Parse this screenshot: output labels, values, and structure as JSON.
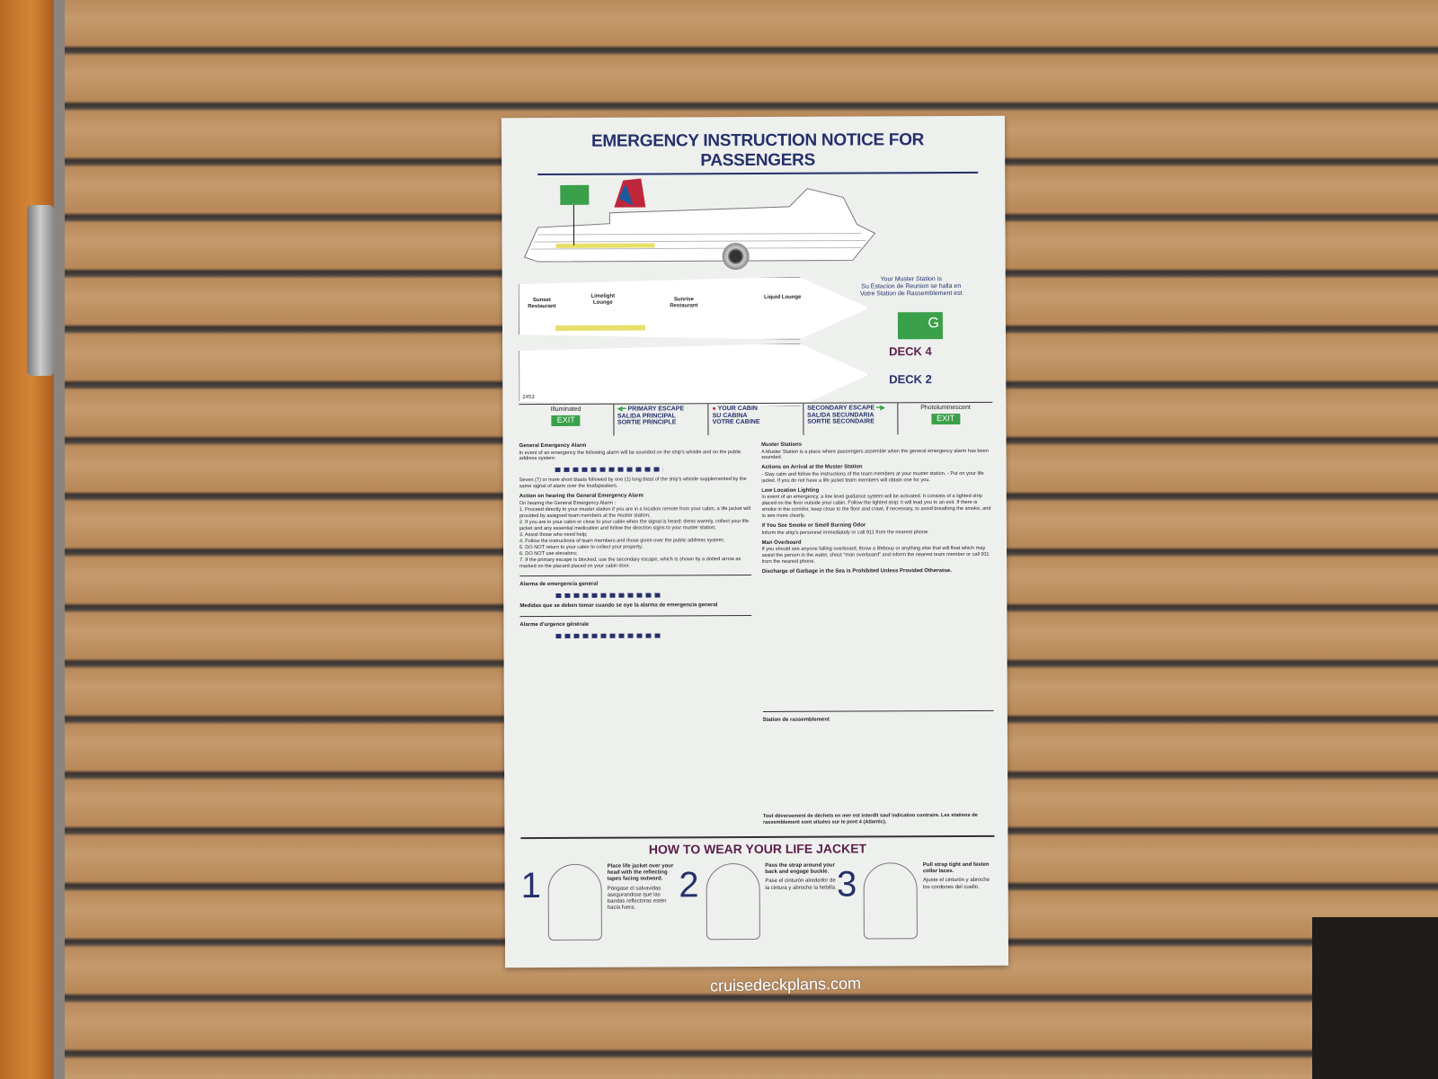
{
  "notice": {
    "title": "EMERGENCY INSTRUCTION NOTICE FOR PASSENGERS",
    "muster_text": [
      "Your Muster Station is",
      "Su Estacion de Reunion se halla en",
      "Votre Station de Rassemblement est"
    ],
    "muster_station": "G",
    "deck_labels": [
      "DECK 4",
      "DECK 2"
    ],
    "cabin_number": "2453",
    "deck4_venues": [
      "Sunset Restaurant",
      "Limelight Lounge",
      "Sunrise Restaurant",
      "Liquid Lounge"
    ],
    "legend": {
      "illuminated": "Illuminated",
      "exit": "EXIT",
      "primary": [
        "PRIMARY ESCAPE",
        "SALIDA PRINCIPAL",
        "SORTIE PRINCIPLE"
      ],
      "cabin": [
        "YOUR CABIN",
        "SU CABINA",
        "VOTRE CABINE"
      ],
      "secondary": [
        "SECONDARY ESCAPE",
        "SALIDA SECUNDARIA",
        "SORTIE SECONDAIRE"
      ],
      "photoluminescent": "Photoluminescent"
    },
    "left": {
      "h1": "General Emergency Alarm",
      "p1": "In event of an emergency the following alarm will be sounded on the ship's whistle and on the public address system:",
      "p2": "Seven (7) or more short blasts followed by one (1) long blast of the ship's whistle supplemented by the same signal of alarm over the loudspeakers.",
      "h2": "Action on hearing the General Emergency Alarm",
      "p3": "On hearing the General Emergency Alarm :",
      "items": [
        "1. Proceed directly to your muster station if you are in a location remote from your cabin, a life jacket will provided by assigned team members at the muster station;",
        "2. If you are in your cabin or close to your cabin when the signal is heard: dress warmly, collect your life jacket and any essential medication and follow the direction signs to your muster station;",
        "3. Assist those who need help;",
        "4. Follow the instructions of team members and those given over the public address system;",
        "5. DO NOT return to your cabin to collect your property;",
        "6. DO NOT use elevators;",
        "7. If the primary escape is blocked, use the secondary escape, which is shown by a dotted arrow as marked on the placard placed on your cabin door."
      ],
      "h3": "Alarma de emergencia general",
      "h4": "Medidas que se deben tomar cuando se oye la alarma de emergencia general",
      "h5": "Alarme d'urgence générale"
    },
    "right": {
      "h1": "Muster Stations",
      "p1": "A Muster Station is a place where passengers assemble when the general emergency alarm has been sounded.",
      "h2": "Actions on Arrival at the Muster Station",
      "p2": "- Stay calm and follow the instructions of the team members at your muster station. - Put on your life jacket. If you do not have a life jacket team members will obtain one for you.",
      "h3": "Low Location Lighting",
      "p3": "In event of an emergency, a low level guidance system will be activated. It consists of a lighted strip placed on the floor outside your cabin. Follow the lighted strip: it will lead you to an exit. If there is smoke in the corridor, keep close to the floor and crawl, if necessary, to avoid breathing the smoke, and to see more clearly.",
      "h4": "If You See Smoke or Smell Burning Odor",
      "p4": "Inform the ship's personnel immediately or call 911 from the nearest phone.",
      "h5": "Man Overboard",
      "p5": "If you should see anyone falling overboard, throw a lifebouy or anything else that will float which may assist the person in the water, shout \"man overboard\" and inform the nearest team member or call 911 from the nearest phone.",
      "h6": "Discharge of Garbage in the Sea is Prohibited Unless Provided Otherwise.",
      "h7": "Station de rassemblement",
      "p7": "Tout déversement de déchets en mer est interdit sauf indication contraire. Les stations de rassemblement sont situées sur le pont 4 (Atlantic)."
    },
    "life_jacket": {
      "title": "HOW TO WEAR YOUR LIFE JACKET",
      "steps": [
        {
          "num": "1",
          "text": "Place life jacket over your head with the reflecting tapes facing outward.",
          "es": "Póngase el salvavidas asegurandose que las bandas reflectoras estén hacia fuera."
        },
        {
          "num": "2",
          "text": "Pass the strap around your back and engage buckle.",
          "es": "Pase el cinturón alrededor de la cintura y abroche la hebilla."
        },
        {
          "num": "3",
          "text": "Pull strap tight and fasten collar laces.",
          "es": "Ajuste el cinturón y abroche los cordones del cuello."
        }
      ]
    }
  },
  "watermark": "cruisedeckplans.com"
}
